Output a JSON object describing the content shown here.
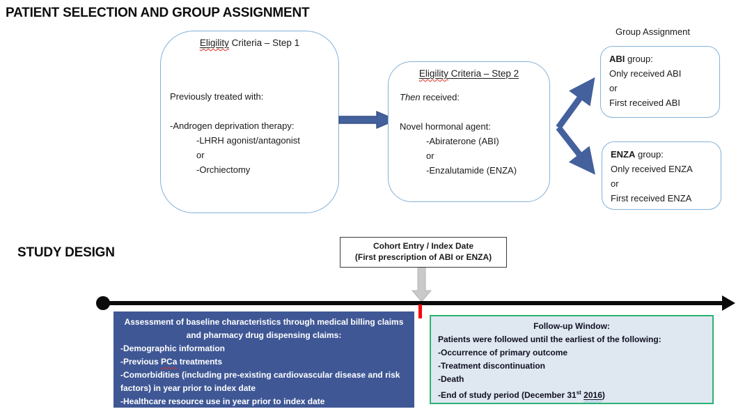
{
  "page": {
    "section1_title": "PATIENT SELECTION AND GROUP ASSIGNMENT",
    "section2_title": "STUDY DESIGN"
  },
  "eligibility_step1": {
    "title_word": "Eligility",
    "title_rest": " Criteria – Step 1",
    "intro": "Previously treated with:",
    "item": "-Androgen deprivation therapy:",
    "subitems": [
      "-LHRH agonist/antagonist",
      "or",
      "-Orchiectomy"
    ]
  },
  "eligibility_step2": {
    "title_word": "Eligility",
    "title_rest": " Criteria – Step 2",
    "then_word": "Then",
    "then_rest": " received:",
    "item": "Novel hormonal agent:",
    "subitems": [
      "-Abiraterone (ABI)",
      "or",
      "-Enzalutamide (ENZA)"
    ]
  },
  "group_assignment": {
    "label": "Group Assignment",
    "abi": {
      "name": "ABI",
      "name_rest": " group:",
      "lines": [
        "Only received ABI",
        "or",
        "First received ABI"
      ]
    },
    "enza": {
      "name": "ENZA",
      "name_rest": " group:",
      "lines": [
        "Only received ENZA",
        "or",
        "First received ENZA"
      ]
    }
  },
  "cohort_box": {
    "line1": "Cohort Entry / Index Date",
    "line2": "(First prescription of ABI or ENZA)"
  },
  "baseline_box": {
    "heading": "Assessment of baseline characteristics through medical billing claims and pharmacy drug dispensing claims:",
    "line1": "-Demographic information",
    "line2_pre": "-Previous ",
    "line2_word": "PCa",
    "line2_rest": " treatments",
    "line3": "-Comorbidities (including pre-existing cardiovascular disease and risk factors) in year prior to index date",
    "line4": "-Healthcare resource use in year prior to index date"
  },
  "followup_box": {
    "heading": "Follow-up Window:",
    "line1": "Patients were followed until the earliest of the following:",
    "line2": "-Occurrence of primary outcome",
    "line3": "-Treatment discontinuation",
    "line4": "-Death",
    "line5_pre": "-End of study period (December 31",
    "line5_sup": "st",
    "line5_year": "2016",
    "line5_close": ")"
  },
  "colors": {
    "box-border": "#82b1d8",
    "arrow-blue": "#44619d",
    "arrow-blue-edge": "#3a5186",
    "baseline-bg": "#3f5795",
    "followup-bg": "#dfe7f1",
    "followup-border": "#2bb271",
    "tick-red": "#f90606",
    "gray-arrow": "#c9c9c9",
    "squiggle-red": "#d93025"
  }
}
